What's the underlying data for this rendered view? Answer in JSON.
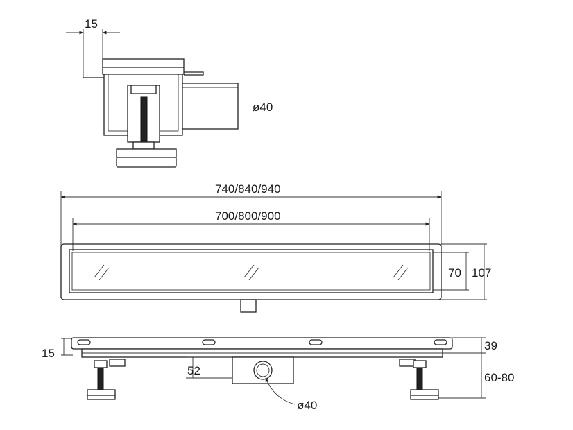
{
  "top_view": {
    "dim_flange": "15",
    "dim_outlet_diameter": "ø40"
  },
  "plan_view": {
    "dim_outer_length": "740/840/940",
    "dim_inner_length": "700/800/900",
    "dim_inner_width": "70",
    "dim_outer_width": "107"
  },
  "side_view": {
    "dim_flange_height": "15",
    "dim_depth": "52",
    "dim_body_height": "39",
    "dim_leg_height": "60-80",
    "dim_outlet_diameter": "ø40"
  }
}
